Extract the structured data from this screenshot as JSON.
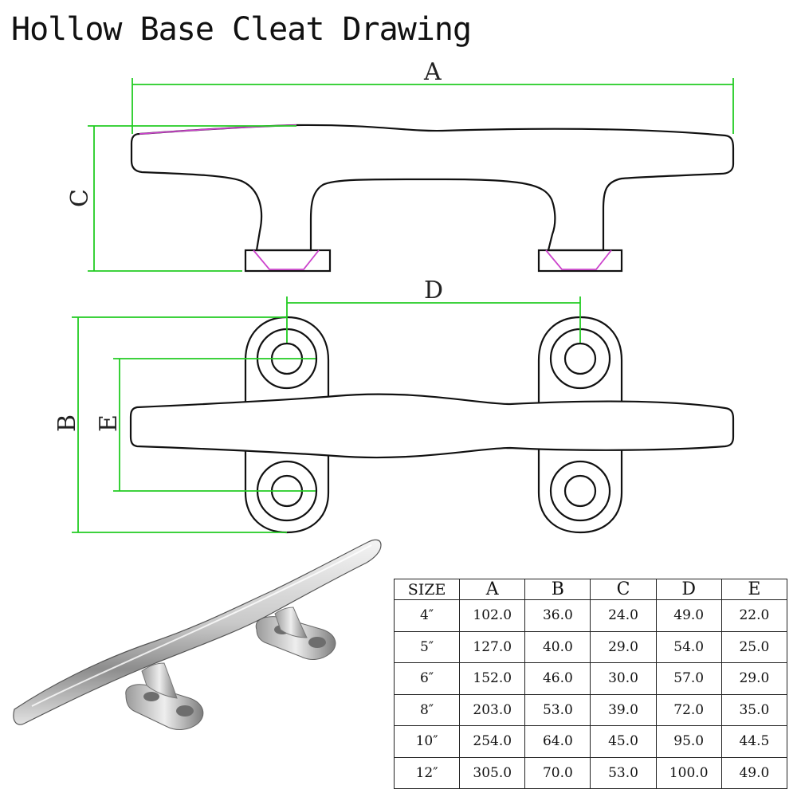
{
  "title": "Hollow Base Cleat Drawing",
  "dimension_labels": {
    "a": "A",
    "b": "B",
    "c": "C",
    "d": "D",
    "e": "E"
  },
  "table": {
    "headers": [
      "SIZE",
      "A",
      "B",
      "C",
      "D",
      "E"
    ],
    "rows": [
      [
        "4″",
        "102.0",
        "36.0",
        "24.0",
        "49.0",
        "22.0"
      ],
      [
        "5″",
        "127.0",
        "40.0",
        "29.0",
        "54.0",
        "25.0"
      ],
      [
        "6″",
        "152.0",
        "46.0",
        "30.0",
        "57.0",
        "29.0"
      ],
      [
        "8″",
        "203.0",
        "53.0",
        "39.0",
        "72.0",
        "35.0"
      ],
      [
        "10″",
        "254.0",
        "64.0",
        "45.0",
        "95.0",
        "44.5"
      ],
      [
        "12″",
        "305.0",
        "70.0",
        "53.0",
        "100.0",
        "49.0"
      ]
    ]
  },
  "colors": {
    "dimension_lines": "#22cc22",
    "countersink": "#cc44cc",
    "outline": "#111111"
  }
}
